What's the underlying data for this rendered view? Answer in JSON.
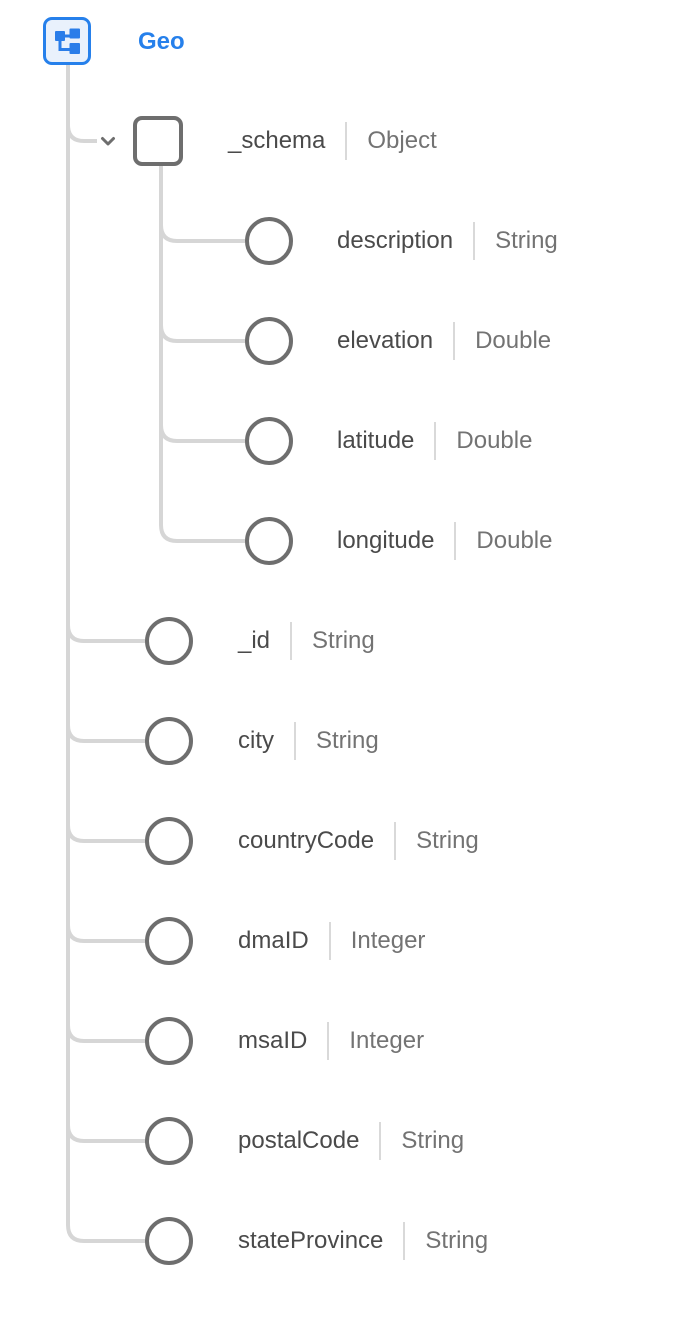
{
  "root": {
    "label": "Geo",
    "icon": "schema-tree-icon"
  },
  "tree": {
    "nodes": [
      {
        "name": "_schema",
        "type": "Object",
        "level": 1,
        "kind": "object",
        "expanded": true
      },
      {
        "name": "description",
        "type": "String",
        "level": 2,
        "kind": "field"
      },
      {
        "name": "elevation",
        "type": "Double",
        "level": 2,
        "kind": "field"
      },
      {
        "name": "latitude",
        "type": "Double",
        "level": 2,
        "kind": "field"
      },
      {
        "name": "longitude",
        "type": "Double",
        "level": 2,
        "kind": "field"
      },
      {
        "name": "_id",
        "type": "String",
        "level": 1,
        "kind": "field"
      },
      {
        "name": "city",
        "type": "String",
        "level": 1,
        "kind": "field"
      },
      {
        "name": "countryCode",
        "type": "String",
        "level": 1,
        "kind": "field"
      },
      {
        "name": "dmaID",
        "type": "Integer",
        "level": 1,
        "kind": "field"
      },
      {
        "name": "msaID",
        "type": "Integer",
        "level": 1,
        "kind": "field"
      },
      {
        "name": "postalCode",
        "type": "String",
        "level": 1,
        "kind": "field"
      },
      {
        "name": "stateProvince",
        "type": "String",
        "level": 1,
        "kind": "field"
      }
    ]
  },
  "colors": {
    "accent_blue": "#2680eb",
    "root_icon_bg": "#e9f1fc",
    "node_border": "#6e6e6e",
    "connector_line": "#d6d6d6",
    "field_name_text": "#4a4a4a",
    "field_type_text": "#737373",
    "divider": "#d9d9d9"
  }
}
